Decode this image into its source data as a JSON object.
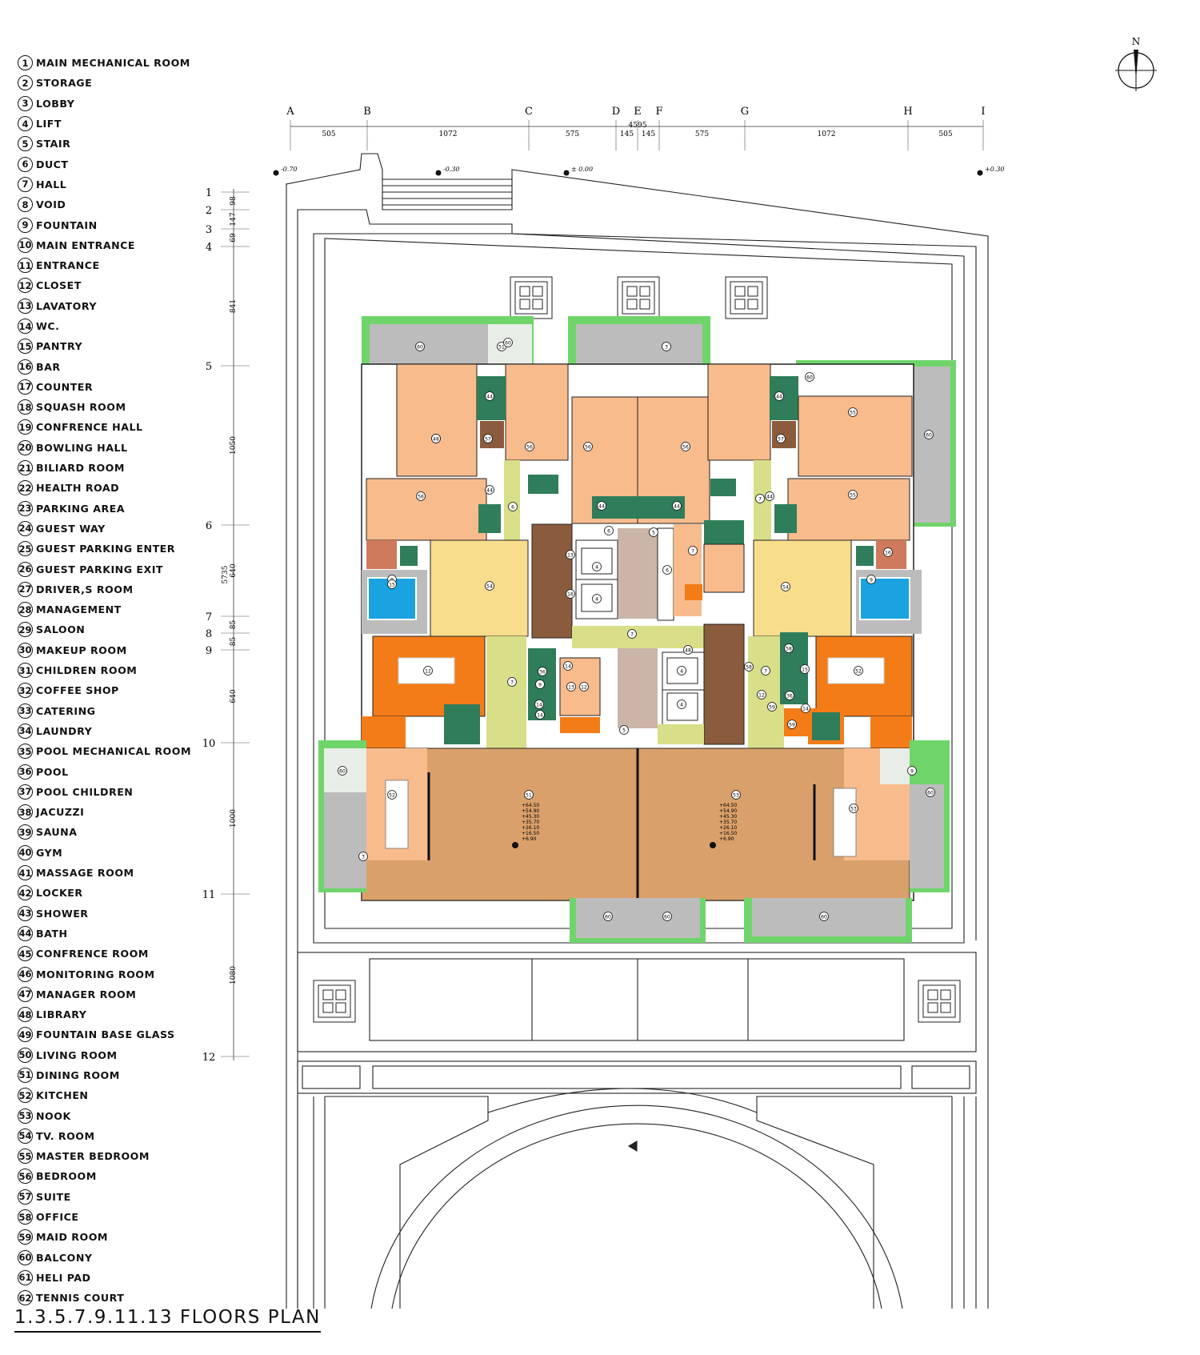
{
  "title": "1.3.5.7.9.11.13 FLOORS PLAN",
  "north_label": "N",
  "legend": [
    {
      "num": "1",
      "label": "MAIN MECHANICAL ROOM"
    },
    {
      "num": "2",
      "label": "STORAGE"
    },
    {
      "num": "3",
      "label": "LOBBY"
    },
    {
      "num": "4",
      "label": "LIFT"
    },
    {
      "num": "5",
      "label": "STAIR"
    },
    {
      "num": "6",
      "label": "DUCT"
    },
    {
      "num": "7",
      "label": "HALL"
    },
    {
      "num": "8",
      "label": "VOID"
    },
    {
      "num": "9",
      "label": "FOUNTAIN"
    },
    {
      "num": "10",
      "label": "MAIN ENTRANCE"
    },
    {
      "num": "11",
      "label": "ENTRANCE"
    },
    {
      "num": "12",
      "label": "CLOSET"
    },
    {
      "num": "13",
      "label": "LAVATORY"
    },
    {
      "num": "14",
      "label": "WC."
    },
    {
      "num": "15",
      "label": "PANTRY"
    },
    {
      "num": "16",
      "label": "BAR"
    },
    {
      "num": "17",
      "label": "COUNTER"
    },
    {
      "num": "18",
      "label": "SQUASH ROOM"
    },
    {
      "num": "19",
      "label": "CONFRENCE HALL"
    },
    {
      "num": "20",
      "label": "BOWLING HALL"
    },
    {
      "num": "21",
      "label": "BILIARD ROOM"
    },
    {
      "num": "22",
      "label": "HEALTH ROAD"
    },
    {
      "num": "23",
      "label": "PARKING AREA"
    },
    {
      "num": "24",
      "label": "GUEST WAY"
    },
    {
      "num": "25",
      "label": "GUEST PARKING ENTER"
    },
    {
      "num": "26",
      "label": "GUEST PARKING EXIT"
    },
    {
      "num": "27",
      "label": "DRIVER,S ROOM"
    },
    {
      "num": "28",
      "label": "MANAGEMENT"
    },
    {
      "num": "29",
      "label": "SALOON"
    },
    {
      "num": "30",
      "label": "MAKEUP ROOM"
    },
    {
      "num": "31",
      "label": "CHILDREN ROOM"
    },
    {
      "num": "32",
      "label": "COFFEE SHOP"
    },
    {
      "num": "33",
      "label": "CATERING"
    },
    {
      "num": "34",
      "label": "LAUNDRY"
    },
    {
      "num": "35",
      "label": "POOL MECHANICAL ROOM"
    },
    {
      "num": "36",
      "label": "POOL"
    },
    {
      "num": "37",
      "label": "POOL CHILDREN"
    },
    {
      "num": "38",
      "label": "JACUZZI"
    },
    {
      "num": "39",
      "label": "SAUNA"
    },
    {
      "num": "40",
      "label": "GYM"
    },
    {
      "num": "41",
      "label": "MASSAGE ROOM"
    },
    {
      "num": "42",
      "label": "LOCKER"
    },
    {
      "num": "43",
      "label": "SHOWER"
    },
    {
      "num": "44",
      "label": "BATH"
    },
    {
      "num": "45",
      "label": "CONFRENCE ROOM"
    },
    {
      "num": "46",
      "label": "MONITORING ROOM"
    },
    {
      "num": "47",
      "label": "MANAGER ROOM"
    },
    {
      "num": "48",
      "label": "LIBRARY"
    },
    {
      "num": "49",
      "label": "FOUNTAIN BASE GLASS"
    },
    {
      "num": "50",
      "label": "LIVING ROOM"
    },
    {
      "num": "51",
      "label": "DINING ROOM"
    },
    {
      "num": "52",
      "label": "KITCHEN"
    },
    {
      "num": "53",
      "label": "NOOK"
    },
    {
      "num": "54",
      "label": "TV. ROOM"
    },
    {
      "num": "55",
      "label": "MASTER BEDROOM"
    },
    {
      "num": "56",
      "label": "BEDROOM"
    },
    {
      "num": "57",
      "label": "SUITE"
    },
    {
      "num": "58",
      "label": "OFFICE"
    },
    {
      "num": "59",
      "label": "MAID ROOM"
    },
    {
      "num": "60",
      "label": "BALCONY"
    },
    {
      "num": "61",
      "label": "HELI PAD"
    },
    {
      "num": "62",
      "label": "TENNIS COURT"
    }
  ],
  "grid_columns": [
    "A",
    "B",
    "C",
    "D",
    "E",
    "F",
    "G",
    "H",
    "I"
  ],
  "grid_column_dims": [
    "505",
    "1072",
    "575",
    "145",
    "145",
    "575",
    "1072",
    "505"
  ],
  "grid_column_total": "4595",
  "grid_rows": [
    "1",
    "2",
    "3",
    "4",
    "5",
    "6",
    "7",
    "8",
    "9",
    "10",
    "11",
    "12"
  ],
  "grid_row_dims": [
    "98",
    "147",
    "69",
    "841",
    "1050",
    "640",
    "85",
    "85",
    "640",
    "1000",
    "1080"
  ],
  "grid_row_total": "5735",
  "levels": [
    "-0.70",
    "-0.30",
    "± 0.00",
    "+0.30"
  ],
  "level_stack": [
    "+64.50",
    "+54.90",
    "+45.30",
    "+35.70",
    "+26.10",
    "+16.50",
    "+6.90"
  ],
  "colors": {
    "apartment_rooms": "#f8bb8c",
    "living_yellow": "#f8dd8c",
    "hall_green": "#d8df88",
    "kitchen_orange": "#f47c18",
    "core_brown": "#8a5c3d",
    "wet_green": "#2f7d5a",
    "balcony_grey": "#bcbcbc",
    "planter_green": "#6fd56a",
    "pool_blue": "#1aa3e0",
    "lobby_tan": "#d9a06b"
  },
  "room_labels": [
    "55",
    "57",
    "56",
    "56",
    "57",
    "55",
    "55",
    "56",
    "56",
    "54",
    "54",
    "44",
    "44",
    "44",
    "44",
    "44",
    "44",
    "4",
    "4",
    "4",
    "4",
    "5",
    "5",
    "6",
    "6",
    "6",
    "7",
    "7",
    "7",
    "7",
    "7",
    "12",
    "12",
    "12",
    "52",
    "52",
    "53",
    "53",
    "51",
    "51",
    "3",
    "3",
    "60",
    "60",
    "60",
    "60",
    "60",
    "60",
    "60",
    "60",
    "60",
    "9",
    "9",
    "9",
    "9",
    "36",
    "36",
    "14",
    "14",
    "14",
    "14",
    "15",
    "15",
    "16",
    "16",
    "13",
    "13",
    "58",
    "58",
    "59",
    "59",
    "48",
    "48"
  ]
}
